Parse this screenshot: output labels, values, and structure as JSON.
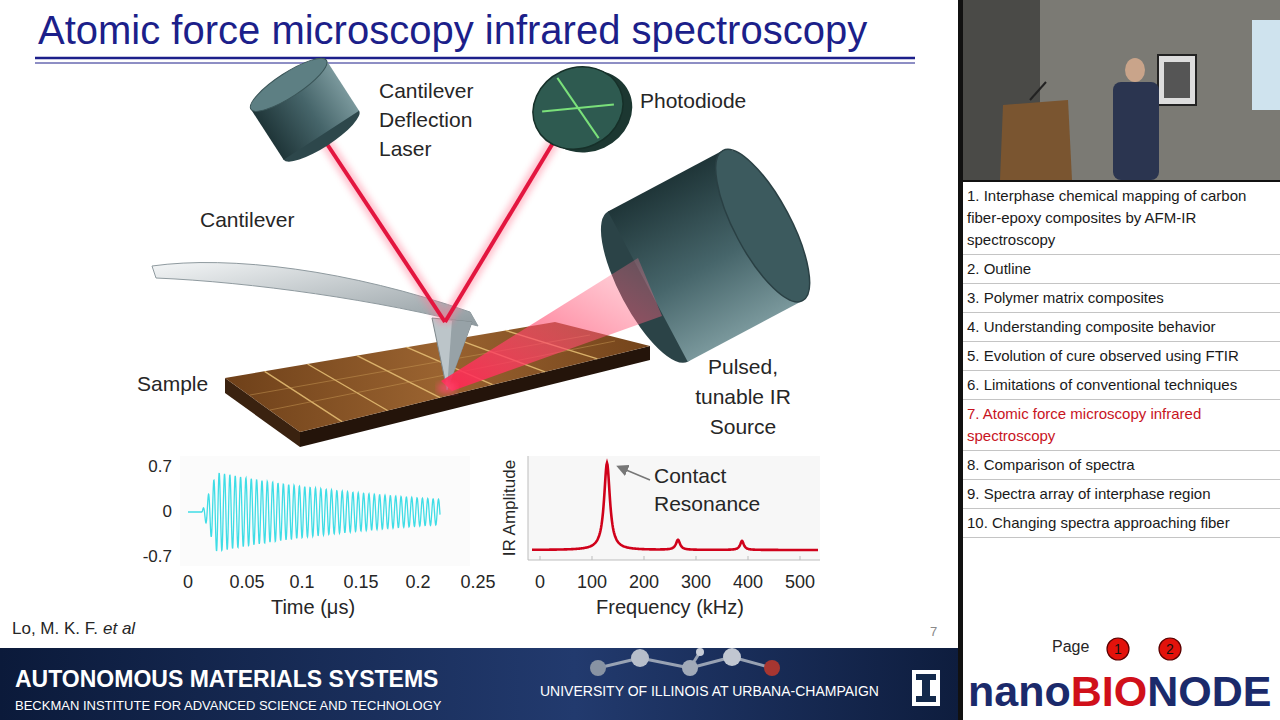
{
  "diagram": {
    "title": "Atomic force microscopy infrared spectroscopy",
    "nodes": [
      {
        "text": [
          "1. Interphase chemical mapping of carbon fiber-epoxy composites by AFM-IR spectroscopy"
        ]
      },
      {
        "text": [
          "2. Outline"
        ]
      },
      {
        "text": [
          "3. Polymer matrix composites"
        ]
      },
      {
        "text": [
          "4. Understanding composite behavior"
        ]
      },
      {
        "text": [
          "5. Evolution of cure observed using FTIR"
        ]
      },
      {
        "text": [
          "6. Limitations of conventional techniques"
        ]
      },
      {
        "text": [
          "7. Atomic force microscopy infrared spectroscopy"
        ]
      },
      {
        "text": [
          "8. Comparison of spectra"
        ]
      },
      {
        "text": [
          "9. Spectra array of interphase region"
        ]
      },
      {
        "text": [
          "10. Changing spectra approaching fiber"
        ]
      },
      {
        "text": [
          "1"
        ]
      },
      {
        "text": [
          "2"
        ]
      }
    ],
    "labels": [
      "Cantilever Deflection Laser",
      "Photodiode",
      "Cantilever",
      "Sample",
      "Pulsed, tunable IR Source",
      "0.7",
      "0",
      "-0.7",
      "0",
      "0.05",
      "0.1",
      "0.15",
      "0.2",
      "0.25",
      "Time (μs)",
      "IR Amplitude",
      "Contact Resonance",
      "0",
      "100",
      "200",
      "300",
      "400",
      "500",
      "Frequency (kHz)",
      "Lo, M. K. F.",
      "et al",
      "7",
      "AUTONOMOUS MATERIALS SYSTEMS",
      "BECKMAN INSTITUTE FOR ADVANCED SCIENCE AND TECHNOLOGY",
      "UNIVERSITY OF ILLINOIS AT URBANA-CHAMPAIGN",
      "Page",
      "nano",
      "BIO",
      "NODE"
    ]
  }
}
